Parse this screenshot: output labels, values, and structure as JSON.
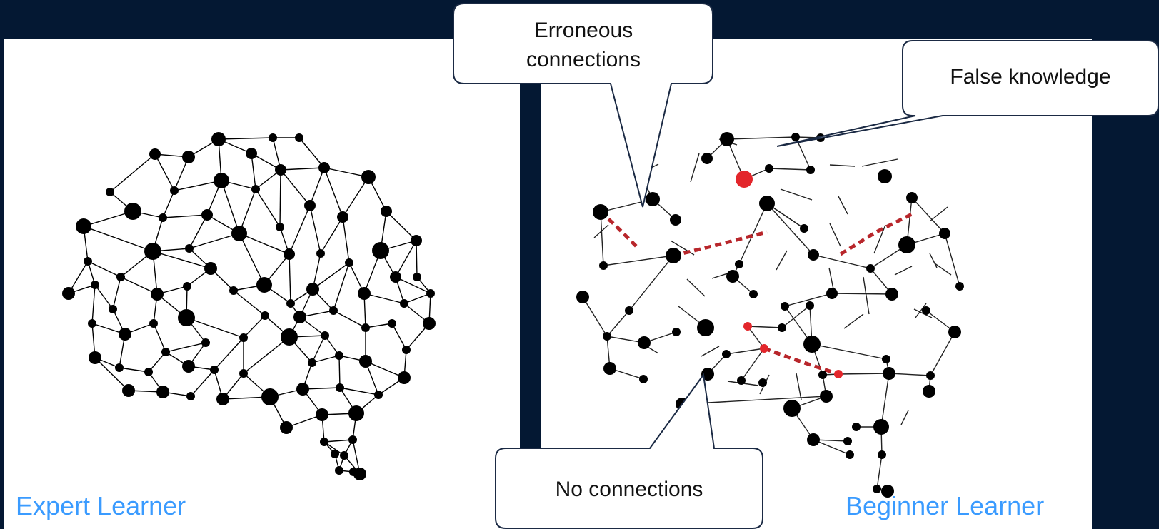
{
  "diagram": {
    "left_caption": "Expert Learner",
    "right_caption": "Beginner Learner",
    "callouts": {
      "erroneous_line1": "Erroneous",
      "erroneous_line2": "connections",
      "false_knowledge": "False knowledge",
      "no_connections": "No connections"
    }
  },
  "colors": {
    "background": "#041833",
    "panel": "#ffffff",
    "node": "#000000",
    "false_node": "#e3262b",
    "erroneous_link": "#b8262b",
    "caption": "#3a9bff"
  }
}
